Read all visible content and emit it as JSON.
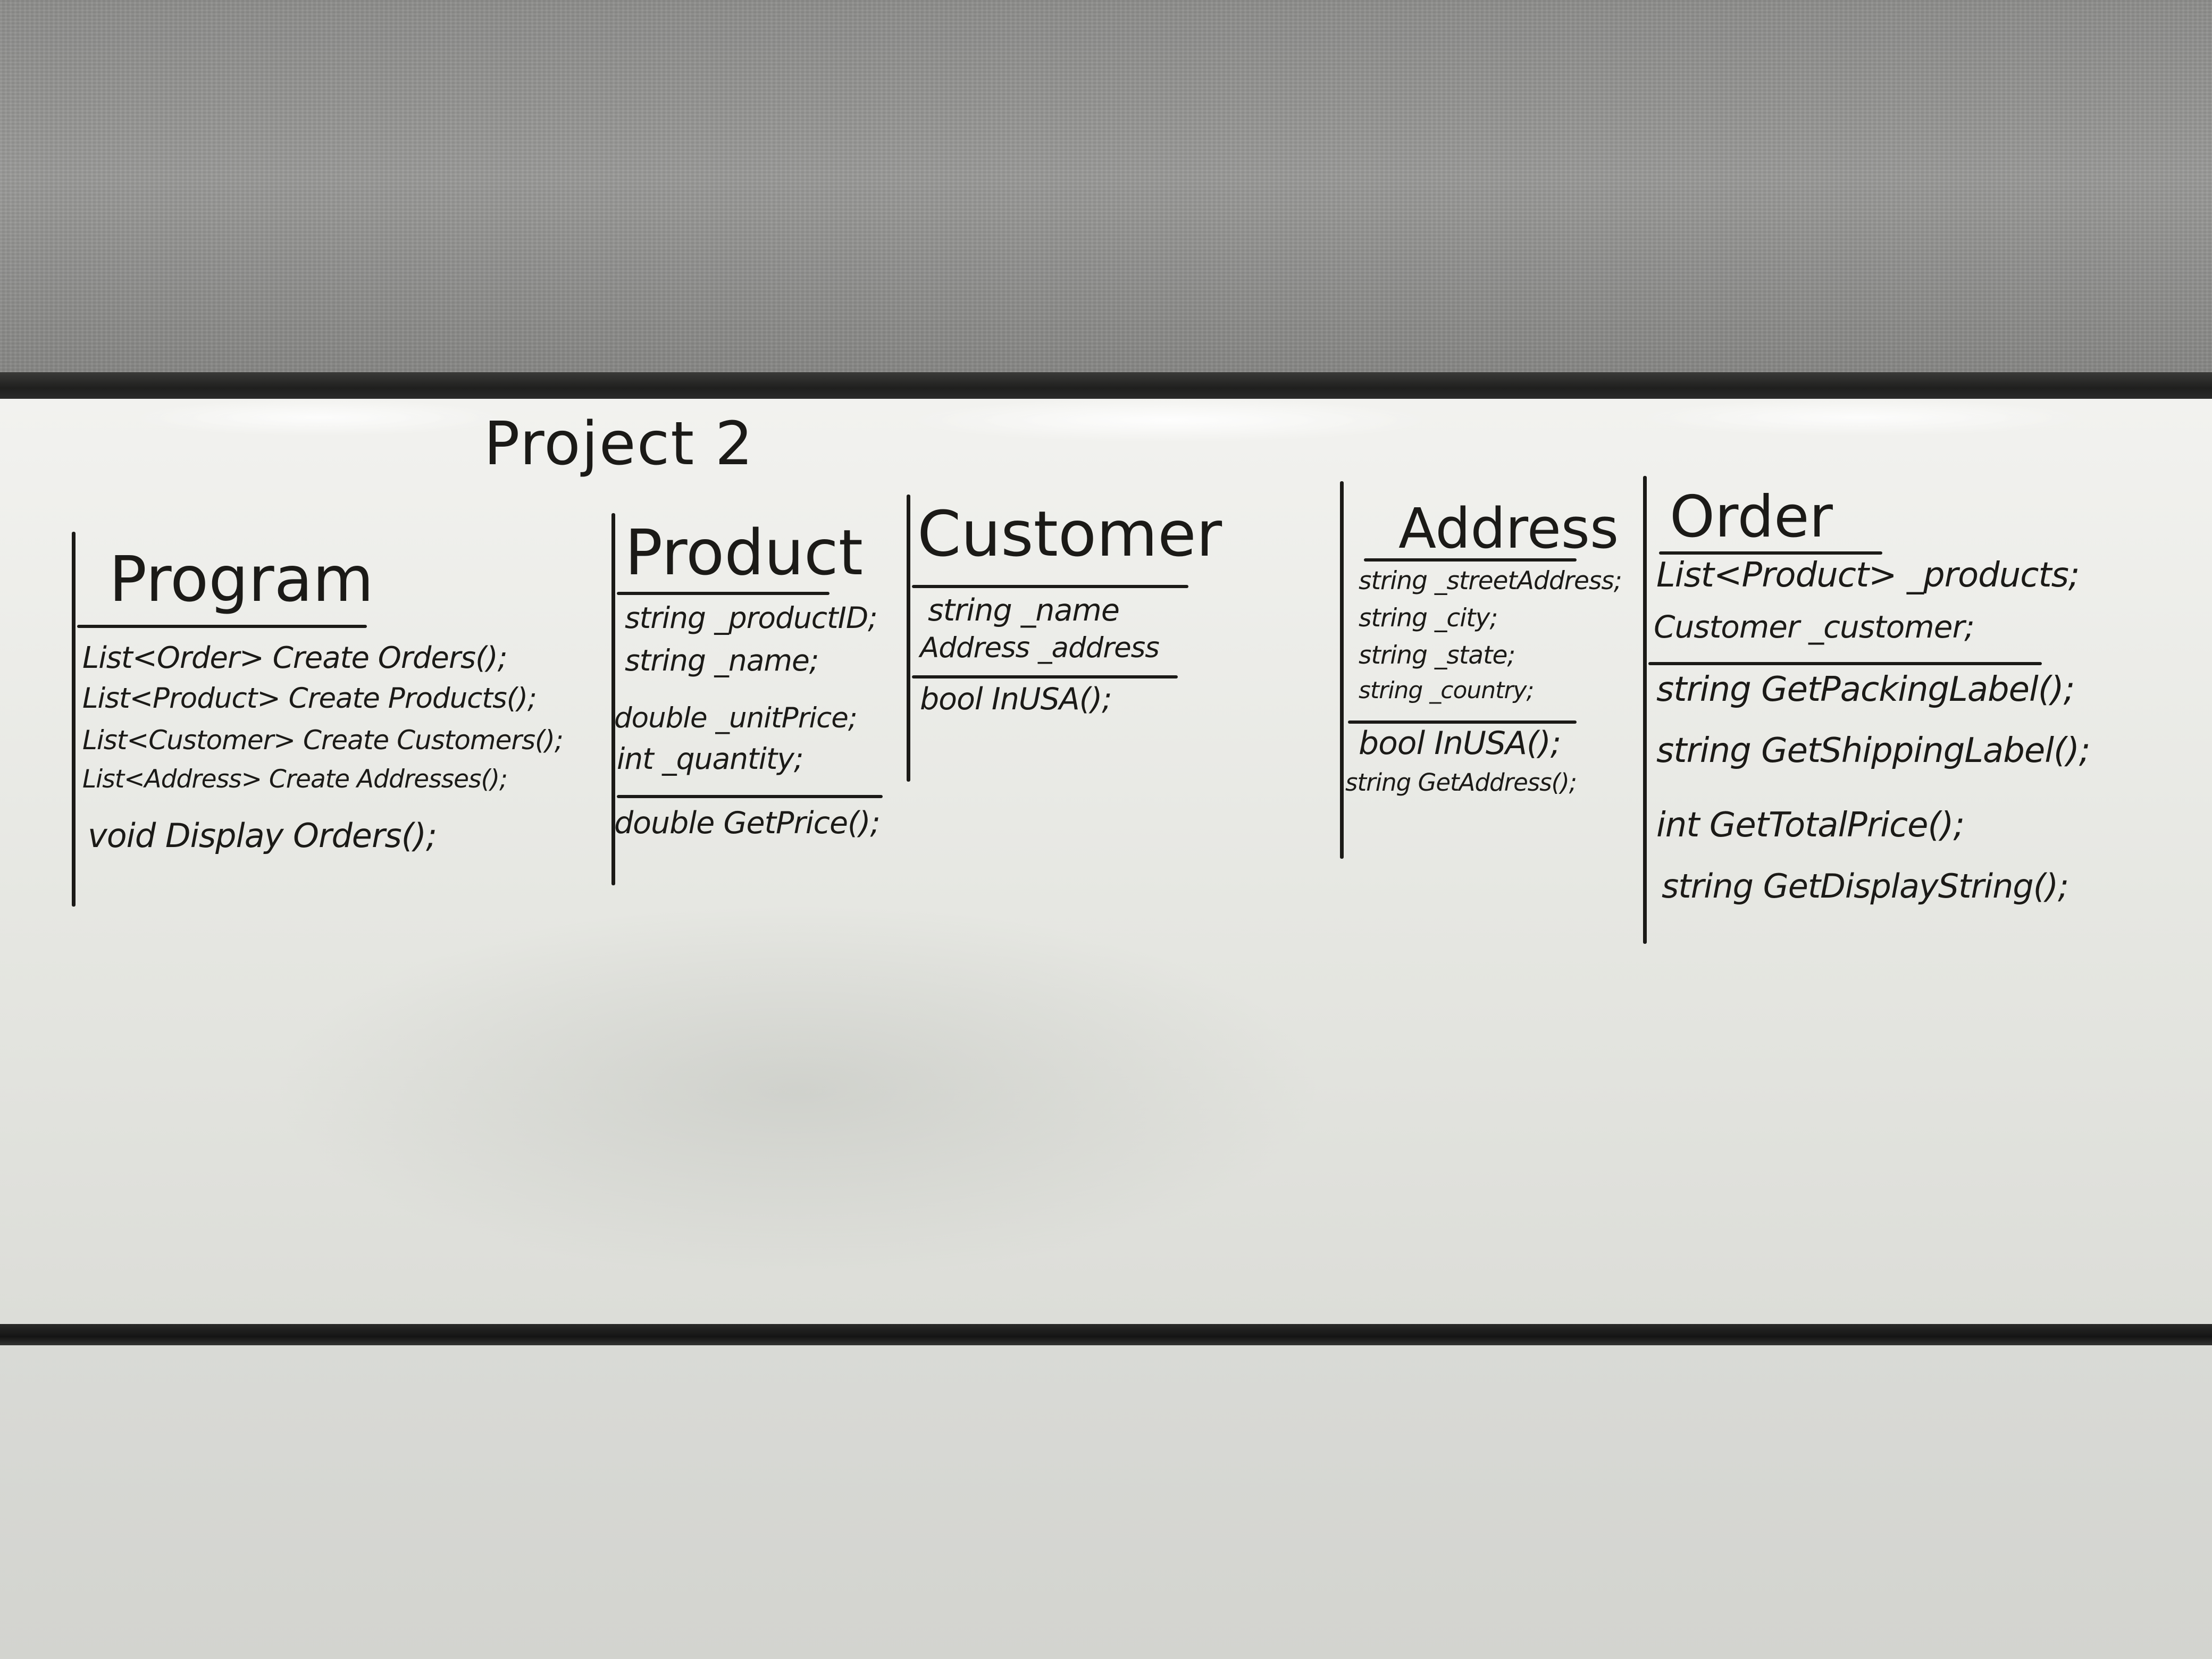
{
  "board": {
    "title": "Project 2"
  },
  "classes": {
    "program": {
      "name": "Program",
      "fields": [],
      "methods": [
        "List<Order> Create Orders();",
        "List<Product> Create Products();",
        "List<Customer> Create Customers();",
        "List<Address> Create Addresses();",
        "void Display Orders();"
      ]
    },
    "product": {
      "name": "Product",
      "fields": [
        "string _productID;",
        "string _name;",
        "double _unitPrice;",
        "int _quantity;"
      ],
      "methods": [
        "double GetPrice();"
      ]
    },
    "customer": {
      "name": "Customer",
      "fields": [
        "string _name",
        "Address _address"
      ],
      "methods": [
        "bool InUSA();"
      ]
    },
    "address": {
      "name": "Address",
      "fields": [
        "string _streetAddress;",
        "string _city;",
        "string _state;",
        "string _country;"
      ],
      "methods": [
        "bool InUSA();",
        "string GetAddress();"
      ]
    },
    "order": {
      "name": "Order",
      "fields": [
        "List<Product> _products;",
        "Customer _customer;"
      ],
      "methods": [
        "string GetPackingLabel();",
        "string GetShippingLabel();",
        "int GetTotalPrice();",
        "string GetDisplayString();"
      ]
    }
  }
}
